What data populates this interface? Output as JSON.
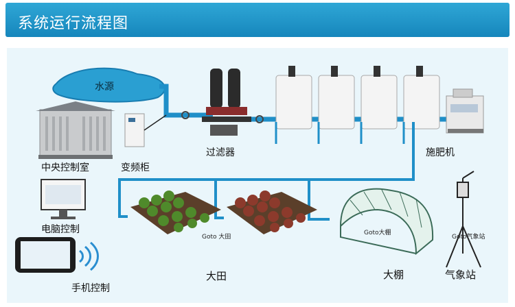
{
  "title": "系统运行流程图",
  "labels": {
    "water_source": "水源",
    "control_room": "中央控制室",
    "vfd_cabinet": "变频柜",
    "filter": "过滤器",
    "fertilizer_machine": "施肥机",
    "pc_control": "电脑控制",
    "mobile_control": "手机控制",
    "field": "大田",
    "greenhouse": "大棚",
    "weather_station": "气象站",
    "goto_field": "Goto 大田",
    "goto_greenhouse": "Goto大棚",
    "goto_weather": "Goto气象站"
  },
  "colors": {
    "banner": "#1f93c8",
    "pipe": "#1f8fc8",
    "water": "#2a9fd2",
    "panel_bg": "#eaf6fb"
  }
}
